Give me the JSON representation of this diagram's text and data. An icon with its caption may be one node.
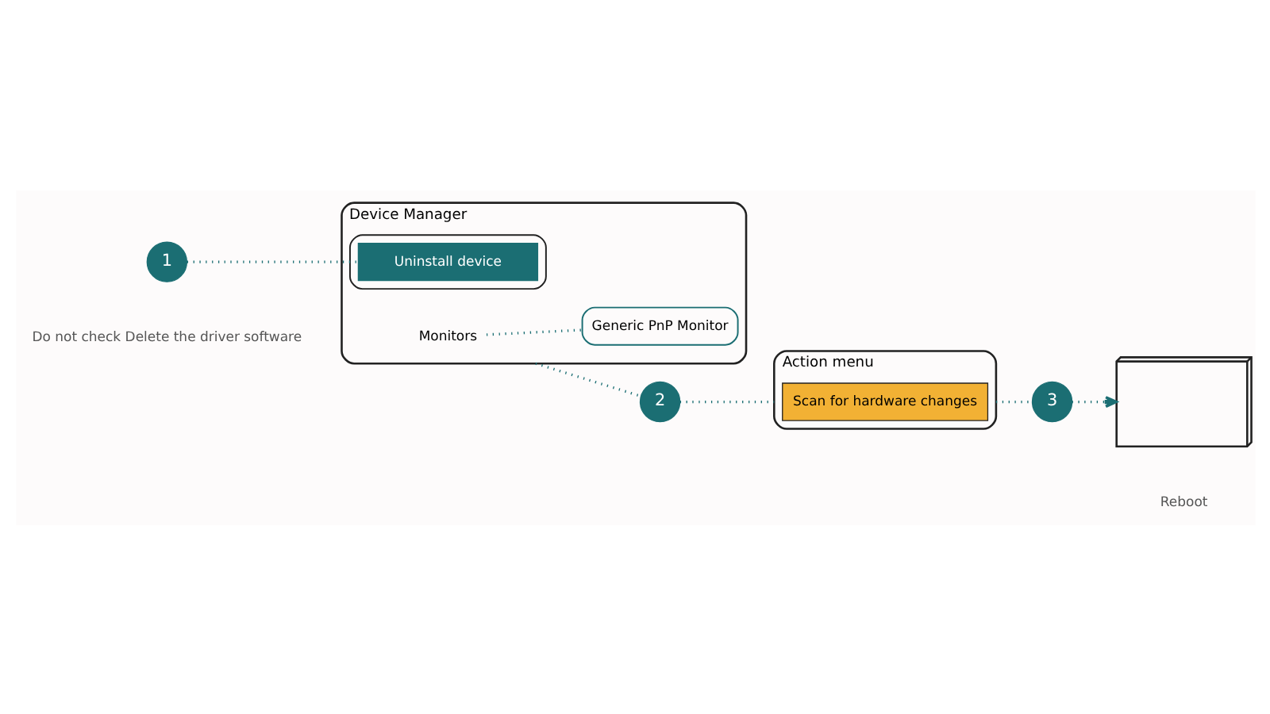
{
  "diagram": {
    "nodes": [
      {
        "text": [
          "Device Manager"
        ]
      },
      {
        "text": [
          "Monitors"
        ],
        "in": 0
      },
      {
        "text": [
          "Generic PnP Monitor"
        ],
        "in": 0
      },
      {
        "text": [],
        "shape": "box",
        "in": 0
      },
      {
        "text": [
          "Uninstall device"
        ],
        "in": 3
      },
      {
        "text": [
          "1"
        ],
        "beside": [
          "Do not check Delete the driver software"
        ]
      },
      {
        "text": [
          "2"
        ]
      },
      {
        "text": [
          "Action menu"
        ]
      },
      {
        "text": [
          "Scan for hardware changes"
        ],
        "in": 7
      },
      {
        "text": [
          "3"
        ]
      },
      {
        "text": [],
        "shape": "picture",
        "beside": [
          "Reboot"
        ]
      }
    ],
    "edges": [
      {
        "from": 1,
        "to": 2,
        "arrow": "none"
      },
      {
        "from": 5,
        "to": 4,
        "arrow": "none"
      },
      {
        "from": 0,
        "to": 6,
        "arrow": "none"
      },
      {
        "from": 6,
        "to": 7,
        "arrow": "none"
      },
      {
        "from": 7,
        "to": 9,
        "arrow": "none"
      },
      {
        "from": 9,
        "to": 10,
        "arrow": "to"
      }
    ]
  }
}
